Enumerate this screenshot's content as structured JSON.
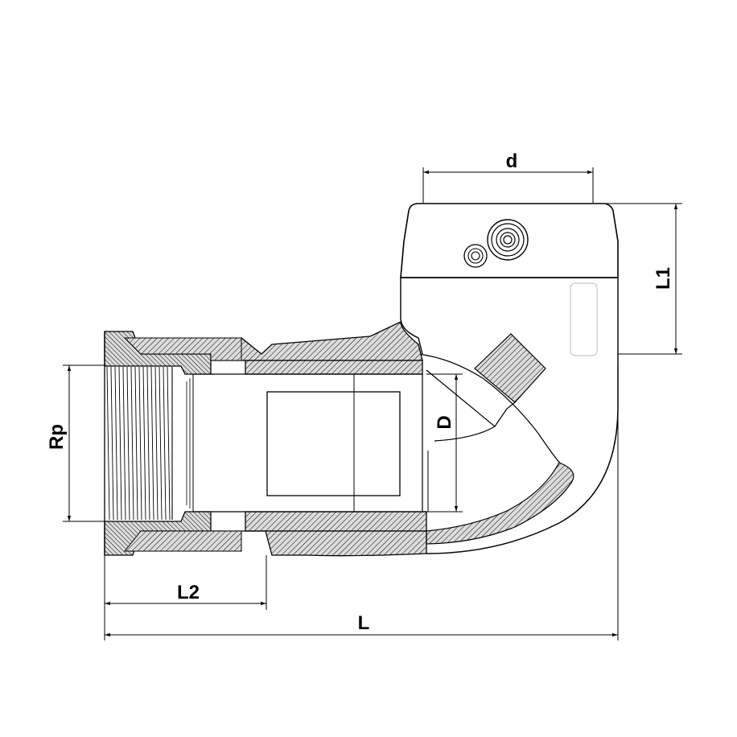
{
  "drawing": {
    "dimensions": {
      "d": "d",
      "L1": "L1",
      "Rp": "Rp",
      "D": "D",
      "L2": "L2",
      "L": "L"
    }
  },
  "colors": {
    "line": "#000000",
    "section_fill": "#d9d9d9",
    "hatch": "#000000",
    "background": "#ffffff",
    "hidden_line": "#bbbbbb"
  }
}
